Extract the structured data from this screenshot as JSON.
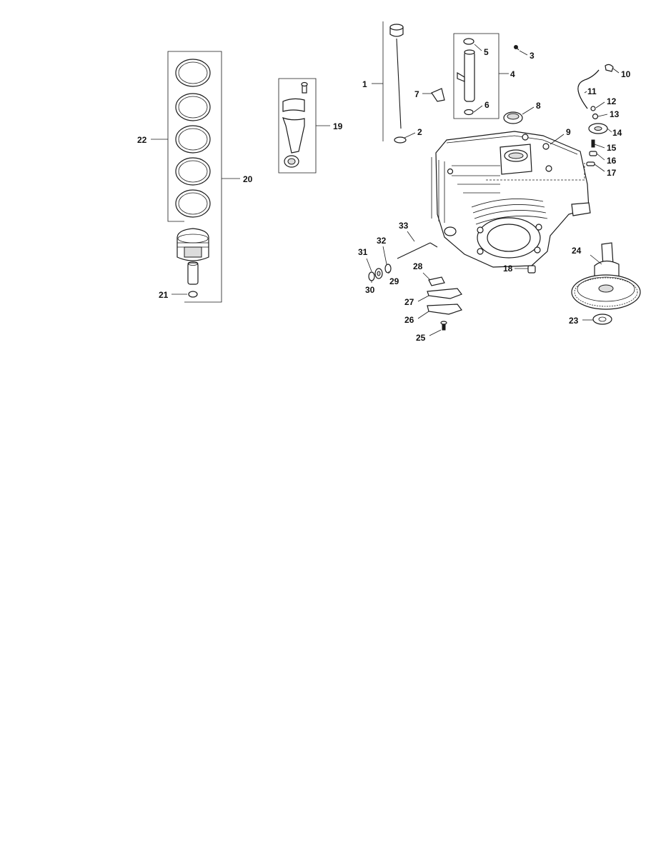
{
  "callouts": [
    {
      "id": "c1",
      "text": "1"
    },
    {
      "id": "c2",
      "text": "2"
    },
    {
      "id": "c3",
      "text": "3"
    },
    {
      "id": "c4",
      "text": "4"
    },
    {
      "id": "c5",
      "text": "5"
    },
    {
      "id": "c6",
      "text": "6"
    },
    {
      "id": "c7",
      "text": "7"
    },
    {
      "id": "c8",
      "text": "8"
    },
    {
      "id": "c9",
      "text": "9"
    },
    {
      "id": "c10",
      "text": "10"
    },
    {
      "id": "c11",
      "text": "11"
    },
    {
      "id": "c12",
      "text": "12"
    },
    {
      "id": "c13",
      "text": "13"
    },
    {
      "id": "c14",
      "text": "14"
    },
    {
      "id": "c15",
      "text": "15"
    },
    {
      "id": "c16",
      "text": "16"
    },
    {
      "id": "c17",
      "text": "17"
    },
    {
      "id": "c18",
      "text": "18"
    },
    {
      "id": "c19",
      "text": "19"
    },
    {
      "id": "c20",
      "text": "20"
    },
    {
      "id": "c21",
      "text": "21"
    },
    {
      "id": "c22",
      "text": "22"
    },
    {
      "id": "c23",
      "text": "23"
    },
    {
      "id": "c24",
      "text": "24"
    },
    {
      "id": "c25",
      "text": "25"
    },
    {
      "id": "c26",
      "text": "26"
    },
    {
      "id": "c27",
      "text": "27"
    },
    {
      "id": "c28",
      "text": "28"
    },
    {
      "id": "c29",
      "text": "29"
    },
    {
      "id": "c30",
      "text": "30"
    },
    {
      "id": "c31",
      "text": "31"
    },
    {
      "id": "c32",
      "text": "32"
    },
    {
      "id": "c33",
      "text": "33"
    }
  ]
}
